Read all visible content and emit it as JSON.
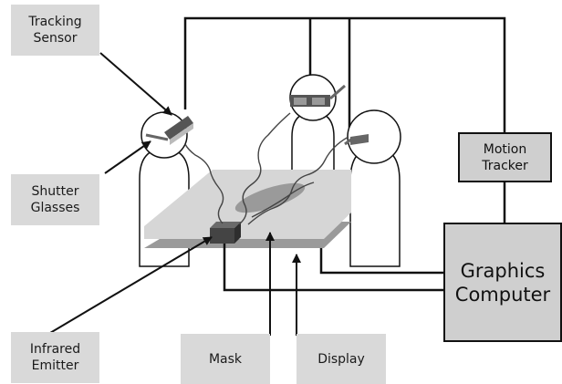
{
  "labels": {
    "tracking_sensor": "Tracking\nSensor",
    "shutter_glasses": "Shutter\nGlasses",
    "infrared_emitter": "Infrared\nEmitter",
    "mask": "Mask",
    "display": "Display",
    "motion_tracker": "Motion\nTracker",
    "graphics_computer": "Graphics\nComputer"
  },
  "colors": {
    "label_fill": "#d9d9d9",
    "computer_fill": "#cfcfcf",
    "display_top": "#d6d6d6",
    "mask_layer": "#9a9a9a",
    "emitter": "#4a4a4a",
    "line": "#111111"
  }
}
